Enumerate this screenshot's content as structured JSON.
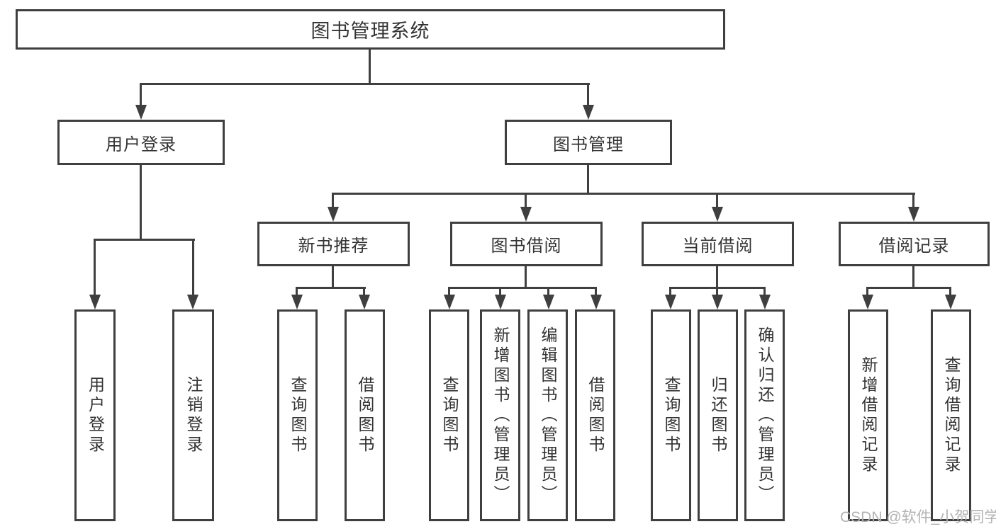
{
  "diagram": {
    "root": "图书管理系统",
    "user_branch": {
      "label": "用户登录",
      "leaves": [
        "用户登录",
        "注销登录"
      ]
    },
    "book_branch": {
      "label": "图书管理",
      "groups": [
        {
          "label": "新书推荐",
          "leaves": [
            "查询图书",
            "借阅图书"
          ]
        },
        {
          "label": "图书借阅",
          "leaves": [
            "查询图书",
            "新增图书（管理员）",
            "编辑图书（管理员）",
            "借阅图书"
          ]
        },
        {
          "label": "当前借阅",
          "leaves": [
            "查询图书",
            "归还图书",
            "确认归还（管理员）"
          ]
        },
        {
          "label": "借阅记录",
          "leaves": [
            "新增借阅记录",
            "查询借阅记录"
          ]
        }
      ]
    }
  },
  "watermark": "CSDN @软件_小贺同学",
  "colors": {
    "line": "#3f3f3f",
    "text": "#333333",
    "watermark": "#b3b3b3",
    "background": "#ffffff"
  }
}
